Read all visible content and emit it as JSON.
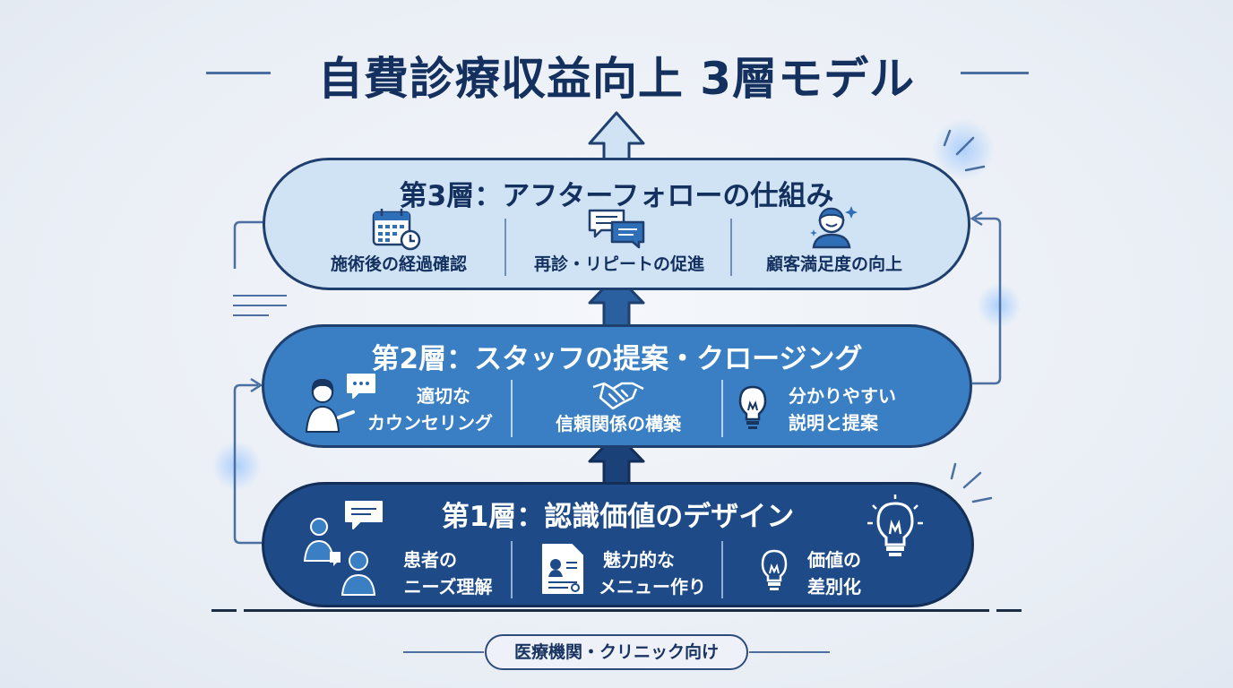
{
  "title": "自費診療収益向上 3層モデル",
  "layers": [
    {
      "title": "第3層：アフターフォローの仕組み",
      "items": [
        {
          "lines": [
            "施術後の経過確認"
          ],
          "icon": "calendar-clock-icon"
        },
        {
          "lines": [
            "再診・リピートの促進"
          ],
          "icon": "chat-bubbles-icon"
        },
        {
          "lines": [
            "顧客満足度の向上"
          ],
          "icon": "smiling-person-icon"
        }
      ]
    },
    {
      "title": "第2層：スタッフの提案・クロージング",
      "items": [
        {
          "lines": [
            "適切な",
            "カウンセリング"
          ],
          "icon": "counselor-speech-icon"
        },
        {
          "lines": [
            "信頼関係の構築"
          ],
          "icon": "handshake-icon"
        },
        {
          "lines": [
            "分かりやすい",
            "説明と提案"
          ],
          "icon": "lightbulb-icon"
        }
      ]
    },
    {
      "title": "第1層：認識価値のデザイン",
      "items": [
        {
          "lines": [
            "患者の",
            "ニーズ理解"
          ],
          "icon": "patient-conversation-icon"
        },
        {
          "lines": [
            "魅力的な",
            "メニュー作り"
          ],
          "icon": "menu-document-icon"
        },
        {
          "lines": [
            "価値の",
            "差別化"
          ],
          "icon": "lightbulb-icon"
        }
      ]
    }
  ],
  "footer_badge": "医療機関・クリニック向け",
  "colors": {
    "title": "#13305f",
    "layer3_fill": "#cfe3f5",
    "layer2_fill": "#3a7fc4",
    "layer1_fill": "#1e4b88",
    "outline": "#1f3f6e",
    "connector": "#4a6fa0"
  }
}
